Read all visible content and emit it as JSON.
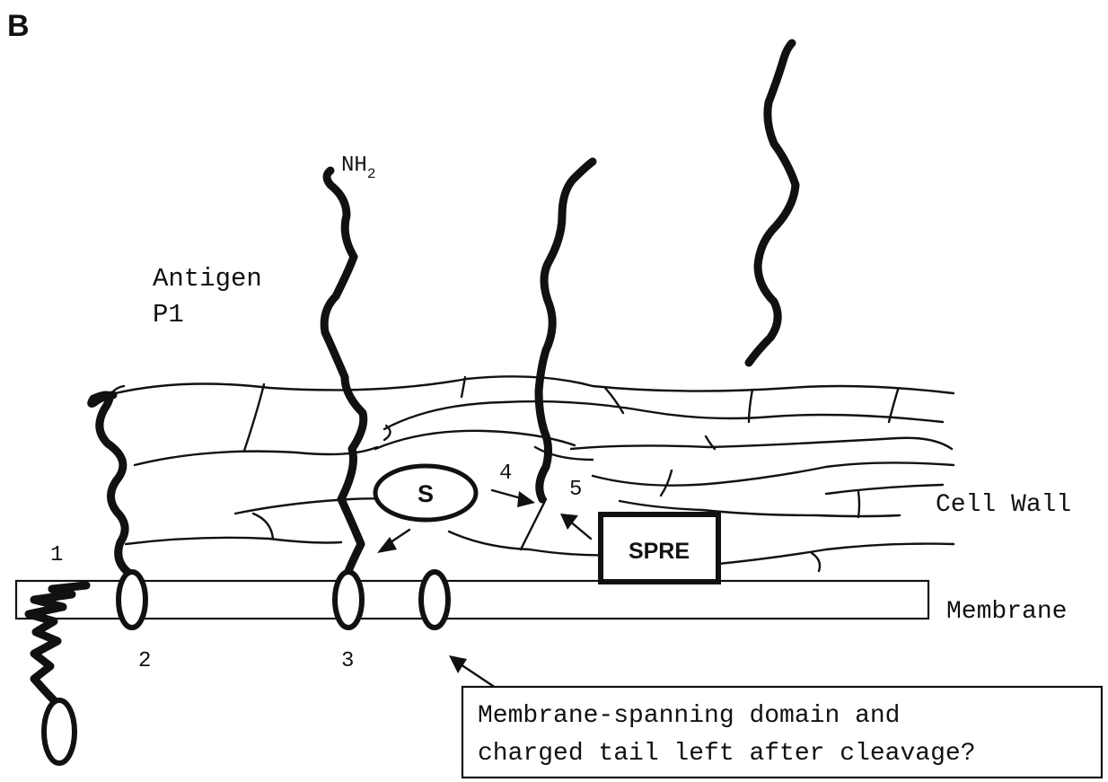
{
  "panel_letter": "B",
  "labels": {
    "nh2_base": "NH",
    "nh2_sub": "2",
    "antigen_line1": "Antigen",
    "antigen_line2": "P1",
    "cell_wall": "Cell Wall",
    "membrane": "Membrane",
    "s_enzyme": "S",
    "spre": "SPRE",
    "num_1": "1",
    "num_2": "2",
    "num_3": "3",
    "num_4": "4",
    "num_5": "5"
  },
  "callout": {
    "line1": "Membrane-spanning domain and",
    "line2": "charged tail left after cleavage?"
  }
}
